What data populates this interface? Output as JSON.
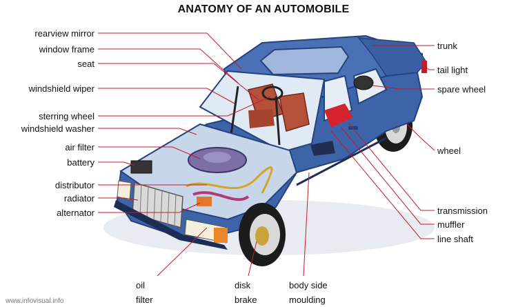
{
  "title": "ANATOMY OF AN AUTOMOBILE",
  "credit": "www.infovisual.info",
  "colors": {
    "body": "#3d63a8",
    "body_dark": "#24427c",
    "body_light": "#6f92cf",
    "seat": "#b5503a",
    "leader": "#c41a2b",
    "engine": "#7b6fa6",
    "tire": "#1c1c1c"
  },
  "labels_left": [
    "rearview mirror",
    "window frame",
    "seat",
    "windshield wiper",
    "sterring wheel",
    "windshield washer",
    "air filter",
    "battery",
    "distributor",
    "radiator",
    "alternator"
  ],
  "labels_right": [
    "trunk",
    "tail light",
    "spare wheel",
    "wheel",
    "transmission",
    "muffler",
    "line shaft"
  ],
  "labels_bottom": [
    [
      "oil",
      "filter"
    ],
    [
      "disk",
      "brake"
    ],
    [
      "body side",
      "moulding"
    ]
  ]
}
